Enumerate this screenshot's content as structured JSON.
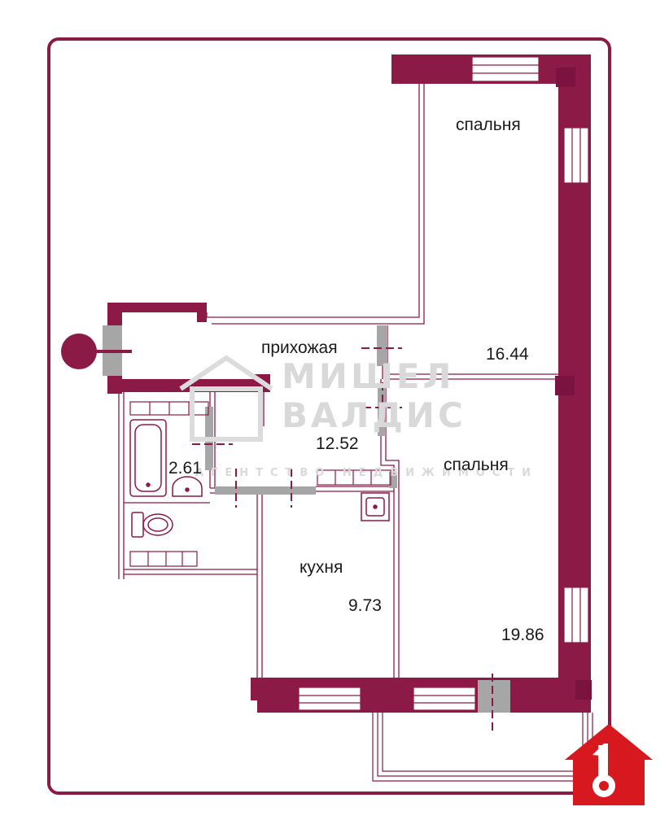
{
  "plan": {
    "wall_color": "#8b1a47",
    "door_color": "#a6a6a6",
    "logo_color": "#d7191f",
    "rooms": [
      {
        "name": "спальня",
        "area": "16.44"
      },
      {
        "name": "прихожая",
        "area": "12.52"
      },
      {
        "name": "спальня",
        "area": "19.86"
      },
      {
        "name": "кухня",
        "area": "9.73"
      },
      {
        "name": "",
        "area": "2.61"
      }
    ],
    "watermark": {
      "line1": "МИШЕЛ",
      "line2": "ВАЛДИС",
      "line3": "АГЕНТСТВО НЕДВИЖИМОСТИ"
    },
    "logo": {
      "icon": "house-key-logo"
    }
  }
}
